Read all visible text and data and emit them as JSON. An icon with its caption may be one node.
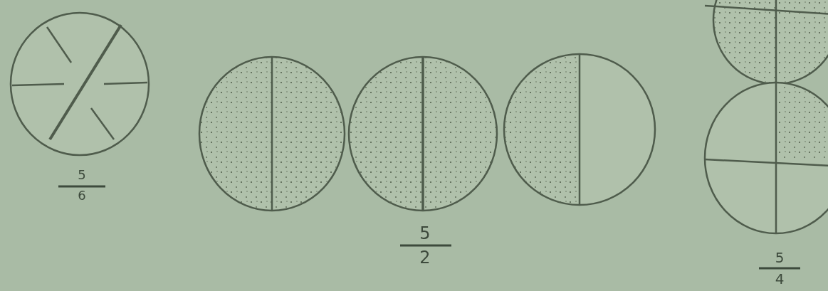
{
  "diagram": {
    "labels": [
      "5",
      "6",
      "5",
      "2",
      "5",
      "4"
    ]
  }
}
